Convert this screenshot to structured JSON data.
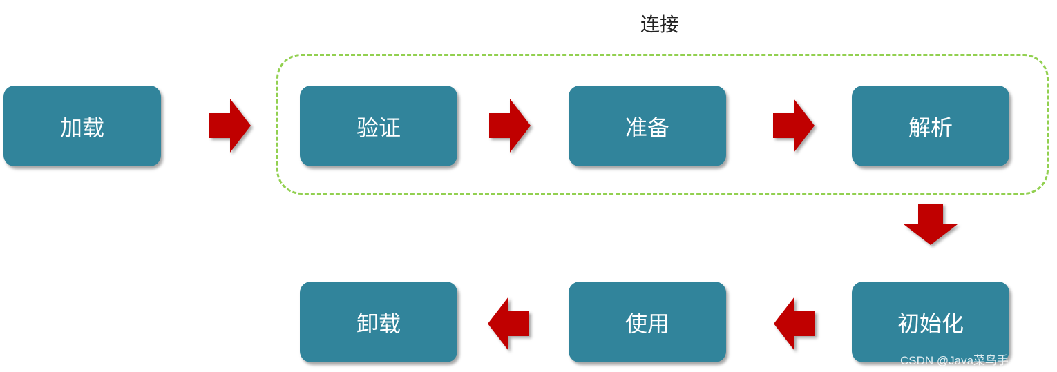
{
  "group": {
    "label": "连接",
    "border_color": "#92d050"
  },
  "stages": {
    "load": "加载",
    "verify": "验证",
    "prepare": "准备",
    "resolve": "解析",
    "initialize": "初始化",
    "use": "使用",
    "unload": "卸载"
  },
  "colors": {
    "stage_fill": "#31849b",
    "stage_text": "#ffffff",
    "arrow_fill": "#c00000"
  },
  "arrows": {
    "icon": "block-arrow-icon"
  },
  "watermark": "CSDN @Java菜鸟手"
}
